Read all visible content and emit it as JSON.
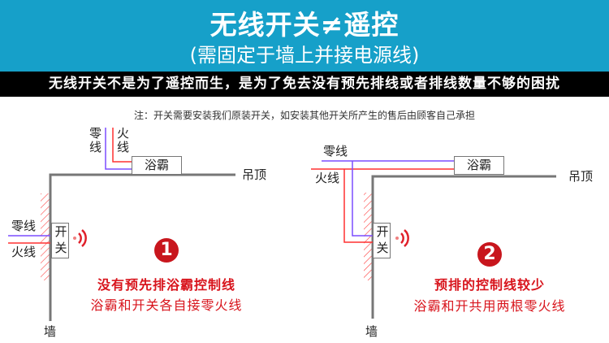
{
  "header": {
    "title": "无线开关≠遥控",
    "subtitle": "(需固定于墙上并接电源线)"
  },
  "banner": "无线开关不是为了遥控而生，是为了免去没有预先排线或者排线数量不够的困扰",
  "note": "注：开关需要安装我们原装开关，如安装其他开关所产生的售后由顾客自己承担",
  "labels": {
    "neutral": "零线",
    "live": "火线",
    "heater": "浴霸",
    "ceiling": "吊顶",
    "wall": "墙",
    "switch": "开关"
  },
  "colors": {
    "header": "#16a0c9",
    "accent": "#d8141c",
    "neutral_wire": "#7b4dff",
    "live_wire": "#ff3030"
  },
  "diagram1": {
    "number": "1",
    "title": "没有预先排浴霸控制线",
    "desc": "浴霸和开关各自接零火线"
  },
  "diagram2": {
    "number": "2",
    "title": "预排的控制线较少",
    "desc": "浴霸和开共用两根零火线"
  }
}
